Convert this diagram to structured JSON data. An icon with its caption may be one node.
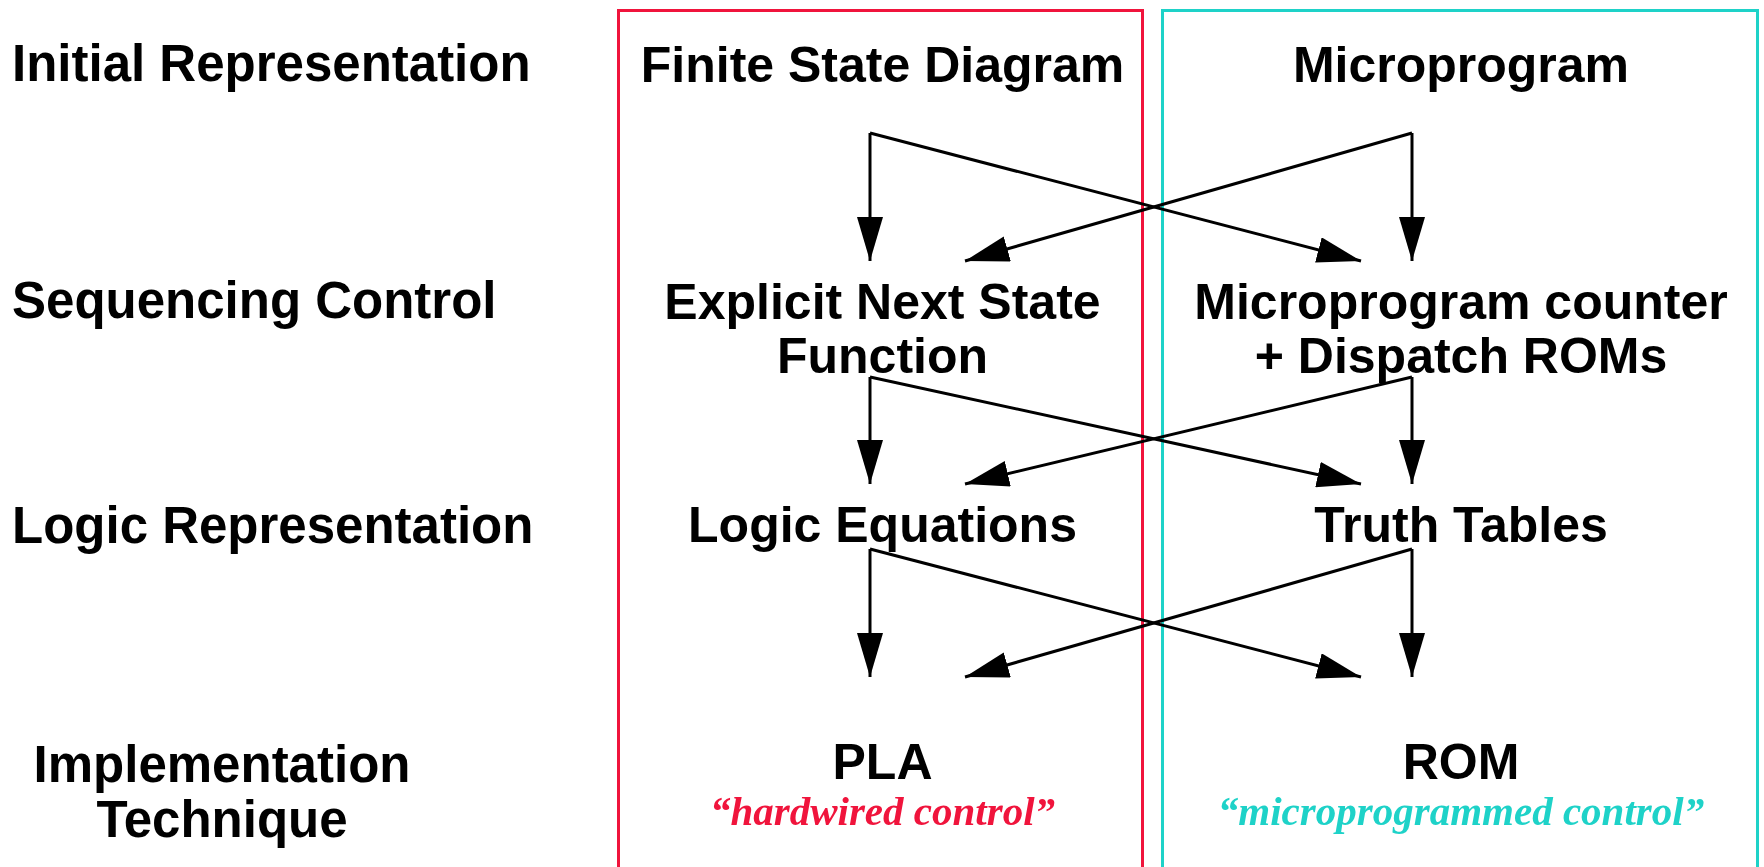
{
  "diagram": {
    "nodes": [
      {
        "text": [],
        "shape": "box"
      },
      {
        "text": [],
        "shape": "box"
      },
      {
        "text": [
          "Finite State Diagram"
        ],
        "in": 0
      },
      {
        "text": [
          "Microprogram"
        ],
        "in": 1
      },
      {
        "text": [
          "Explicit Next State Function"
        ],
        "in": 0
      },
      {
        "text": [
          "Microprogram counter + Dispatch ROMs"
        ],
        "in": 1
      },
      {
        "text": [
          "Logic Equations"
        ],
        "in": 0
      },
      {
        "text": [
          "Truth Tables"
        ],
        "in": 1
      },
      {
        "text": [
          "PLA"
        ],
        "in": 0,
        "beside": [
          "“hardwired control”"
        ]
      },
      {
        "text": [
          "ROM"
        ],
        "in": 1,
        "beside": [
          "“microprogrammed control”"
        ]
      }
    ],
    "edges": [
      {
        "from": 2,
        "to": 4,
        "arrow": "to"
      },
      {
        "from": 2,
        "to": 5,
        "arrow": "to"
      },
      {
        "from": 3,
        "to": 5,
        "arrow": "to"
      },
      {
        "from": 3,
        "to": 4,
        "arrow": "to"
      },
      {
        "from": 4,
        "to": 6,
        "arrow": "to"
      },
      {
        "from": 4,
        "to": 7,
        "arrow": "to"
      },
      {
        "from": 5,
        "to": 7,
        "arrow": "to"
      },
      {
        "from": 5,
        "to": 6,
        "arrow": "to"
      },
      {
        "from": 6,
        "to": 8,
        "arrow": "to"
      },
      {
        "from": 6,
        "to": 9,
        "arrow": "to"
      },
      {
        "from": 7,
        "to": 9,
        "arrow": "to"
      },
      {
        "from": 7,
        "to": 8,
        "arrow": "to"
      }
    ],
    "labels": [
      "Initial Representation",
      "Sequencing Control",
      "Logic Representation",
      "Implementation Technique"
    ]
  }
}
